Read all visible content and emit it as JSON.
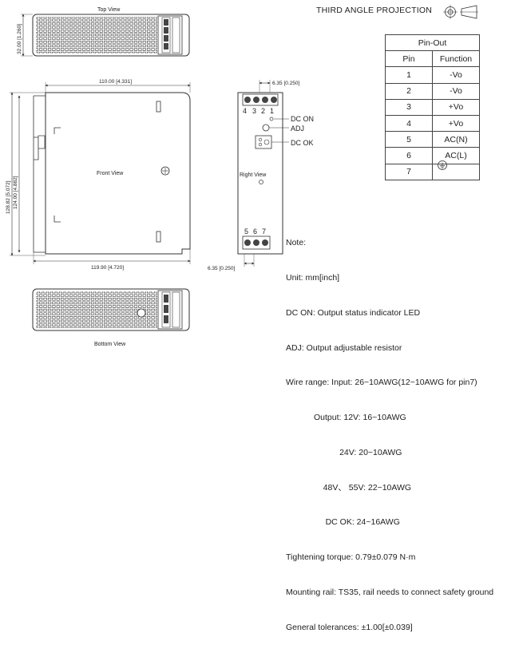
{
  "views": {
    "top": "Top View",
    "front": "Front View",
    "right": "Right View",
    "bottom": "Bottom View"
  },
  "projection": "THIRD ANGLE PROJECTION",
  "dimensions": {
    "top_height": "32.00 [1.260]",
    "width_top": "110.00 [4.331]",
    "width_bottom": "119.90 [4.720]",
    "height_total": "128.82 [5.072]",
    "height_body": "124.00 [4.882]",
    "pitch_top": "6.35 [0.250]",
    "pitch_bottom": "6.35 [0.250]"
  },
  "terminal_top": [
    "4",
    "3",
    "2",
    "1"
  ],
  "terminal_bottom": [
    "5",
    "6",
    "7"
  ],
  "indicators": {
    "dc_on": "DC ON",
    "adj": "ADJ",
    "dc_ok": "DC OK"
  },
  "pinout": {
    "title": "Pin-Out",
    "headers": [
      "Pin",
      "Function"
    ],
    "rows": [
      [
        "1",
        "-Vo"
      ],
      [
        "2",
        "-Vo"
      ],
      [
        "3",
        "+Vo"
      ],
      [
        "4",
        "+Vo"
      ],
      [
        "5",
        "AC(N)"
      ],
      [
        "6",
        "AC(L)"
      ],
      [
        "7",
        ""
      ]
    ],
    "pin7_icon": "ground-symbol-icon"
  },
  "notes": [
    "Note:",
    "Unit: mm[inch]",
    "DC ON: Output status indicator LED",
    "ADJ: Output adjustable resistor",
    "Wire range: Input: 26~10AWG(12~10AWG for pin7)",
    "            Output: 12V: 16~10AWG",
    "                       24V: 20~10AWG",
    "                48V、 55V: 22~10AWG",
    "                 DC OK: 24~16AWG",
    "Tightening torque: 0.79±0.079 N·m",
    "Mounting rail: TS35, rail needs to connect safety ground",
    "General tolerances: ±1.00[±0.039]"
  ]
}
